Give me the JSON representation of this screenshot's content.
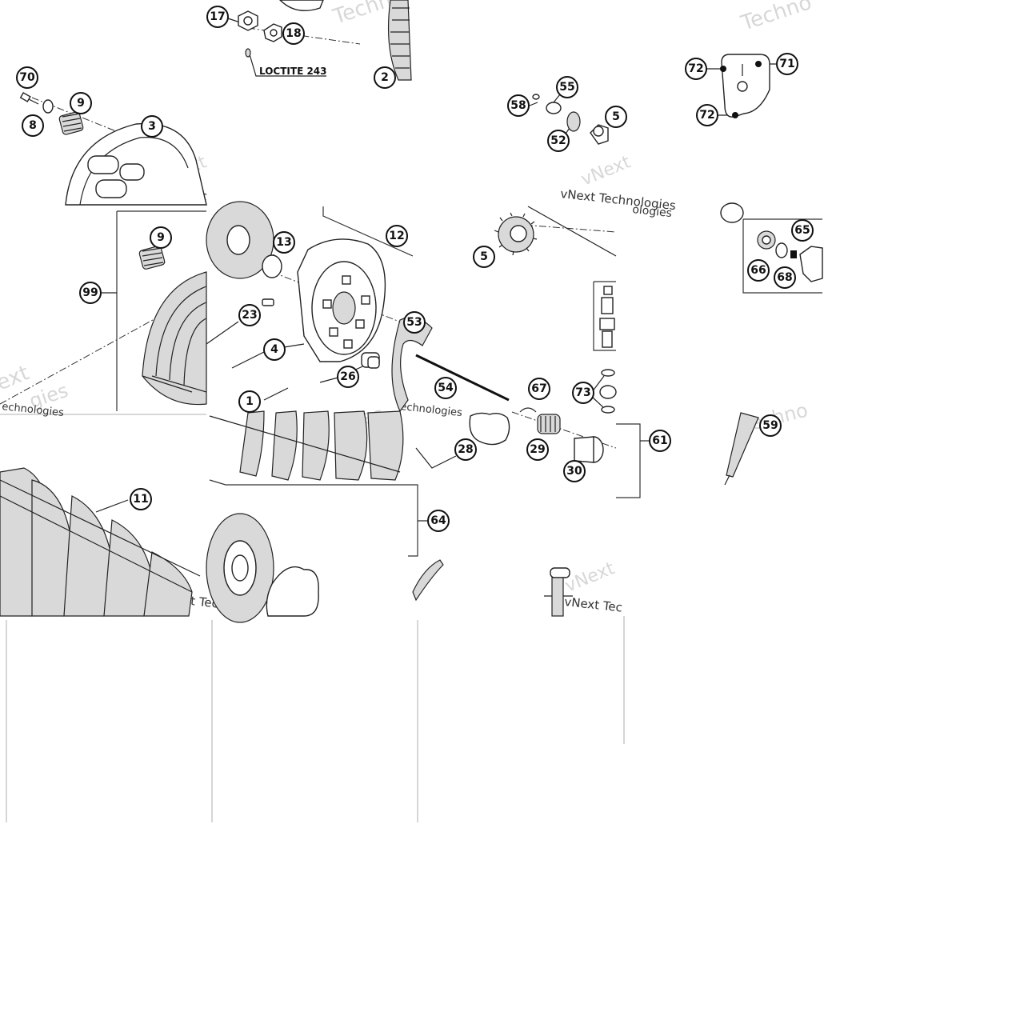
{
  "diagram": {
    "callouts": [
      {
        "id": "c17",
        "label": "17"
      },
      {
        "id": "c18",
        "label": "18"
      },
      {
        "id": "c2",
        "label": "2"
      },
      {
        "id": "c70",
        "label": "70"
      },
      {
        "id": "c9a",
        "label": "9"
      },
      {
        "id": "c8",
        "label": "8"
      },
      {
        "id": "c3",
        "label": "3"
      },
      {
        "id": "c55",
        "label": "55"
      },
      {
        "id": "c58",
        "label": "58"
      },
      {
        "id": "c52",
        "label": "52"
      },
      {
        "id": "c5x",
        "label": "5"
      },
      {
        "id": "c72a",
        "label": "72"
      },
      {
        "id": "c71",
        "label": "71"
      },
      {
        "id": "c72b",
        "label": "72"
      },
      {
        "id": "c9b",
        "label": "9"
      },
      {
        "id": "c99",
        "label": "99"
      },
      {
        "id": "c13",
        "label": "13"
      },
      {
        "id": "c12",
        "label": "12"
      },
      {
        "id": "c23",
        "label": "23"
      },
      {
        "id": "c4",
        "label": "4"
      },
      {
        "id": "c26",
        "label": "26"
      },
      {
        "id": "c1",
        "label": "1"
      },
      {
        "id": "c5",
        "label": "5"
      },
      {
        "id": "c53",
        "label": "53"
      },
      {
        "id": "c54",
        "label": "54"
      },
      {
        "id": "c67",
        "label": "67"
      },
      {
        "id": "c73",
        "label": "73"
      },
      {
        "id": "c65",
        "label": "65"
      },
      {
        "id": "c66",
        "label": "66"
      },
      {
        "id": "c68",
        "label": "68"
      },
      {
        "id": "c11",
        "label": "11"
      },
      {
        "id": "c28",
        "label": "28"
      },
      {
        "id": "c29",
        "label": "29"
      },
      {
        "id": "c30",
        "label": "30"
      },
      {
        "id": "c61",
        "label": "61"
      },
      {
        "id": "c59",
        "label": "59"
      },
      {
        "id": "c64",
        "label": "64"
      }
    ],
    "notes": {
      "loctite": "LOCTITE 243"
    },
    "watermarks": {
      "techno": "Techno",
      "vnext_tec": "vNext Tec",
      "vnext_technologies": "vNext Technologies",
      "ologies": "ologies",
      "ext": "ext",
      "gies": "gies",
      "echnologies": "echnologies",
      "vnext": "vNext",
      "vnext_tech": "vNext Techno"
    }
  }
}
